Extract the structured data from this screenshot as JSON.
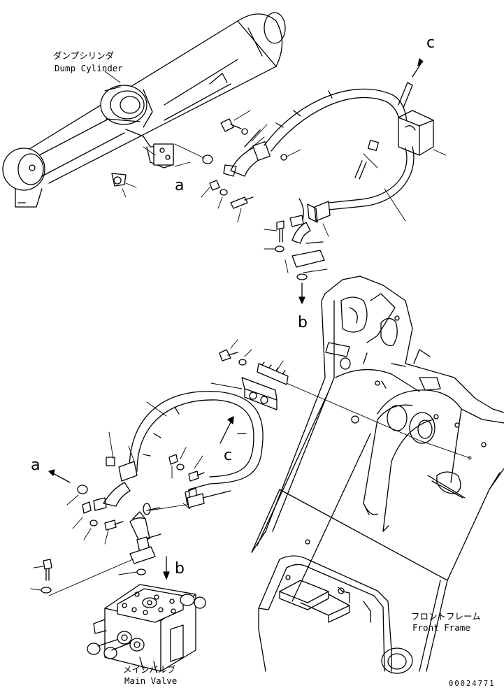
{
  "labels": {
    "dump_cylinder_jp": "ダンプシリンダ",
    "dump_cylinder_en": "Dump Cylinder",
    "front_frame_jp": "フロントフレーム",
    "front_frame_en": "Front Frame",
    "main_valve_jp": "メインバルブ",
    "main_valve_en": "Main Valve",
    "drawing_number": "00024771"
  },
  "connectors": {
    "a_top": "a",
    "a_bottom": "a",
    "b_top": "b",
    "b_bottom": "b",
    "c_top": "c",
    "c_mid": "c"
  }
}
